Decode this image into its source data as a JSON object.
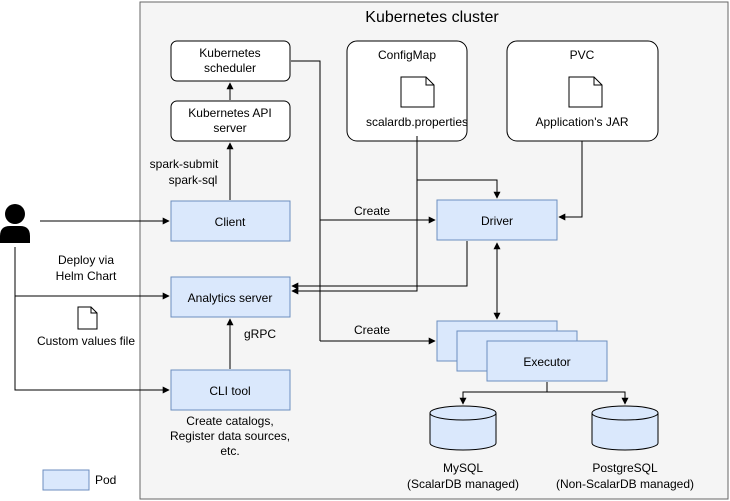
{
  "cluster_title": "Kubernetes cluster",
  "nodes": {
    "scheduler": [
      "Kubernetes",
      "scheduler"
    ],
    "api_server": [
      "Kubernetes API",
      "server"
    ],
    "configmap_title": "ConfigMap",
    "configmap_file": "scalardb.properties",
    "pvc_title": "PVC",
    "pvc_file": "Application's JAR",
    "client": "Client",
    "driver": "Driver",
    "analytics_server": "Analytics server",
    "executor": "Executor",
    "cli_tool": "CLI tool",
    "mysql": [
      "MySQL",
      "(ScalarDB managed)"
    ],
    "postgresql": [
      "PostgreSQL",
      "(Non-ScalarDB managed)"
    ],
    "custom_values_file": "Custom values file"
  },
  "edge_labels": {
    "spark_cmds": [
      "spark-submit",
      "spark-sql"
    ],
    "create_driver": "Create",
    "create_executor": "Create",
    "deploy": [
      "Deploy via",
      "Helm Chart"
    ],
    "grpc": "gRPC",
    "cli_notes": [
      "Create catalogs,",
      "Register data sources,",
      "etc."
    ]
  },
  "legend": {
    "pod": "Pod"
  },
  "colors": {
    "pod_fill": "#dae8fc",
    "pod_stroke": "#6c8ebf",
    "cluster_fill": "#f5f5f5"
  }
}
